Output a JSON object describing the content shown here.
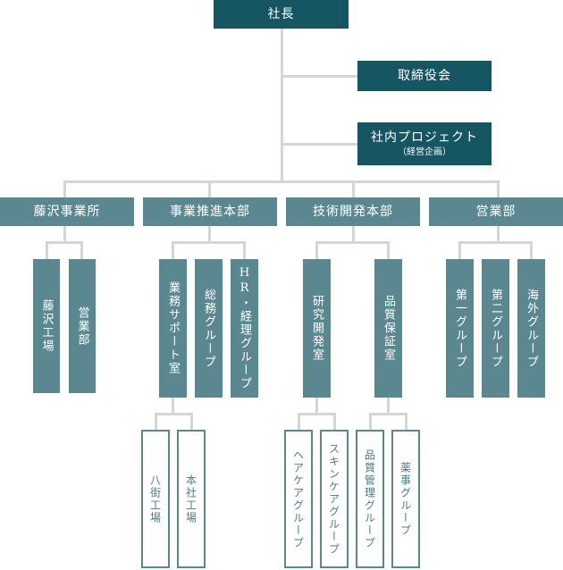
{
  "title": "組織図",
  "colors": {
    "top": "#165663",
    "division": "#5b8890",
    "connector": "#d2d6d9"
  },
  "president": "社長",
  "advisory": [
    {
      "label": "取締役会"
    },
    {
      "label": "社内プロジェクト",
      "sub": "（経営企画）"
    }
  ],
  "divisions": [
    {
      "label": "藤沢事業所",
      "units": [
        {
          "label": "藤沢工場"
        },
        {
          "label": "営業部"
        }
      ]
    },
    {
      "label": "事業推進本部",
      "units": [
        {
          "label": "業務サポート室",
          "subunits": [
            {
              "label": "八街工場"
            },
            {
              "label": "本社工場"
            }
          ]
        },
        {
          "label": "総務グループ"
        },
        {
          "label": "HR・経理グループ"
        }
      ]
    },
    {
      "label": "技術開発本部",
      "units": [
        {
          "label": "研究開発室",
          "subunits": [
            {
              "label": "ヘアケアグループ"
            },
            {
              "label": "スキンケアグループ"
            }
          ]
        },
        {
          "label": "品質保証室",
          "subunits": [
            {
              "label": "品質管理グループ"
            },
            {
              "label": "薬事グループ"
            }
          ]
        }
      ]
    },
    {
      "label": "営業部",
      "units": [
        {
          "label": "第一グループ"
        },
        {
          "label": "第二グループ"
        },
        {
          "label": "海外グループ"
        }
      ]
    }
  ]
}
